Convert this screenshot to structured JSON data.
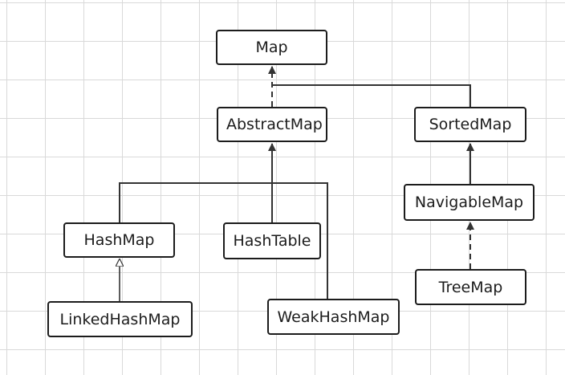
{
  "diagram": {
    "nodes": {
      "map": "Map",
      "abstract_map": "AbstractMap",
      "sorted_map": "SortedMap",
      "navigable_map": "NavigableMap",
      "hash_map": "HashMap",
      "hash_table": "HashTable",
      "tree_map": "TreeMap",
      "linked_hash_map": "LinkedHashMap",
      "weak_hash_map": "WeakHashMap"
    },
    "edges": [
      {
        "from": "abstract_map",
        "to": "map",
        "style": "dashed",
        "arrow": "filled"
      },
      {
        "from": "sorted_map",
        "to": "map",
        "style": "solid",
        "arrow": "filled"
      },
      {
        "from": "hash_map",
        "to": "abstract_map",
        "style": "solid",
        "arrow": "filled"
      },
      {
        "from": "hash_table",
        "to": "abstract_map",
        "style": "solid",
        "arrow": "filled"
      },
      {
        "from": "weak_hash_map",
        "to": "abstract_map",
        "style": "solid",
        "arrow": "filled"
      },
      {
        "from": "navigable_map",
        "to": "sorted_map",
        "style": "solid",
        "arrow": "filled"
      },
      {
        "from": "tree_map",
        "to": "navigable_map",
        "style": "dashed",
        "arrow": "filled"
      },
      {
        "from": "linked_hash_map",
        "to": "hash_map",
        "style": "solid",
        "arrow": "hollow"
      }
    ],
    "colors": {
      "line": "#333333",
      "border": "#1c1c1c",
      "grid": "#d9d9d9"
    }
  }
}
